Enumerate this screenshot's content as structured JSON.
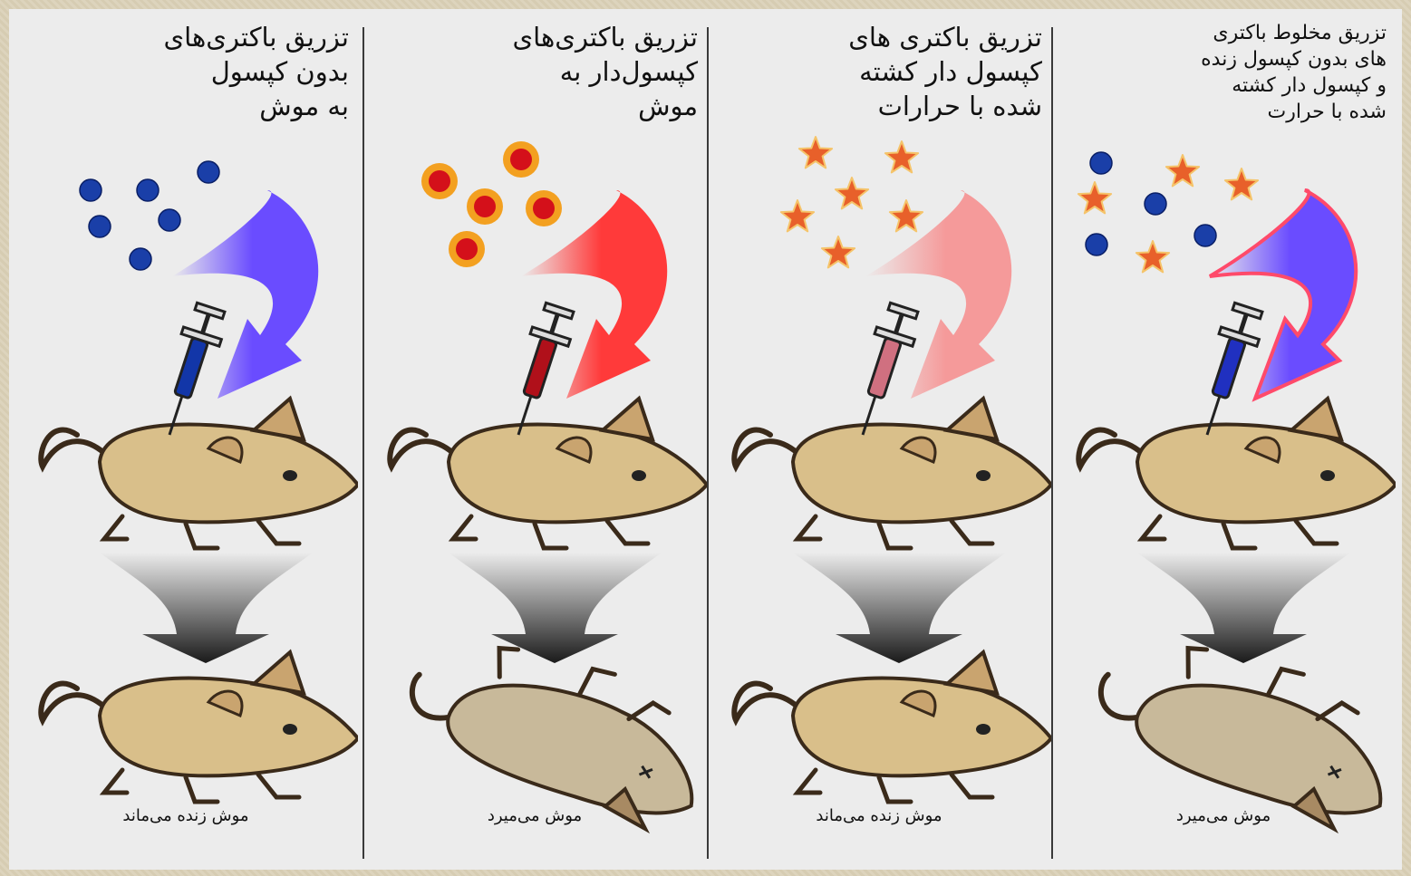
{
  "columns": [
    {
      "title": "تزریق باکتری‌های\nبدون     کپسول\nبه موش",
      "result": "موش زنده می‌ماند",
      "mouse_outcome": "alive",
      "injected": "live bacteria without capsule",
      "arrow_color": "#6a4cff",
      "syringe_color": "#1236a8"
    },
    {
      "title": "تزریق باکتری‌های\nکپسول‌دار به\nموش",
      "result": "موش می‌میرد",
      "mouse_outcome": "dead",
      "injected": "live capsulated bacteria",
      "arrow_color": "#ff3a3a",
      "syringe_color": "#b0101a"
    },
    {
      "title": "تزریق باکتری های\nکپسول دار کشته\nشده با حرارات",
      "result": "موش زنده می‌ماند",
      "mouse_outcome": "alive",
      "injected": "heat-killed capsulated bacteria",
      "arrow_color": "#f59a9a",
      "syringe_color": "#d07080"
    },
    {
      "title": "تزریق مخلوط باکتری\nهای بدون کپسول زنده\nو کپسول دار کشته\nشده با حرارت",
      "result": "موش می‌میرد",
      "mouse_outcome": "dead",
      "injected": "mixture: live uncapsulated + heat-killed capsulated",
      "arrow_color": "#6a4cff",
      "syringe_color": "#2030c0"
    }
  ],
  "colors": {
    "background": "#ececec",
    "frame": "#d8cfb6",
    "blue_bacteria": "#1a3fa8",
    "capsule_outer": "#f3a020",
    "capsule_inner": "#d4101a",
    "killed_star": "#e8602a",
    "mouse_fur": "#d9bf8a",
    "dead_mouse_fur": "#c8b99a"
  }
}
